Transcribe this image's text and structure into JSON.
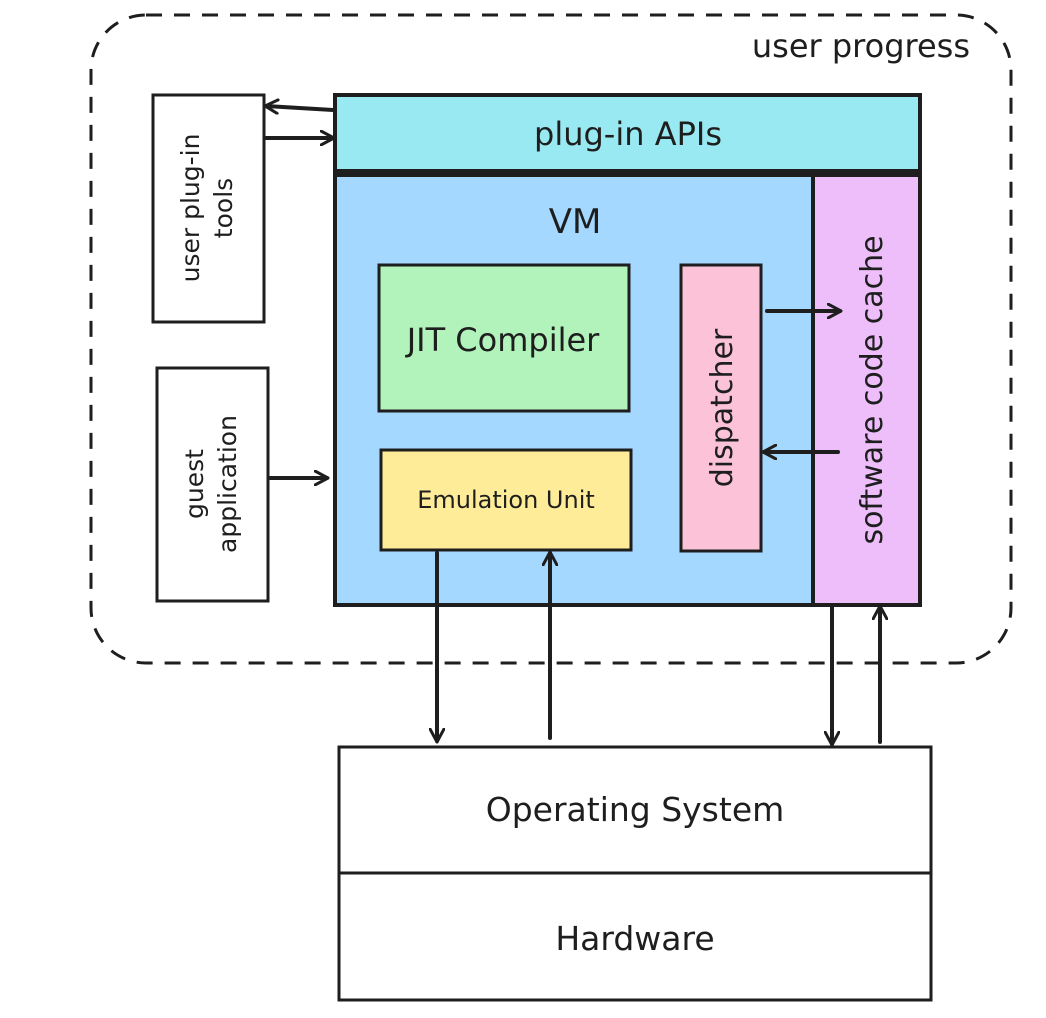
{
  "labels": {
    "boundary": "user progress",
    "plugin_apis": "plug-in APIs",
    "vm": "VM",
    "jit": "JIT Compiler",
    "emulation": "Emulation Unit",
    "dispatcher": "dispatcher",
    "code_cache": "software code cache",
    "plugin_tools_line1": "user plug-in",
    "plugin_tools_line2": "tools",
    "guest_line1": "guest",
    "guest_line2": "application",
    "os": "Operating System",
    "hardware": "Hardware"
  },
  "colors": {
    "stroke": "#1e1e1e",
    "plugin_apis": "#99e9f2",
    "vm": "#a5d8ff",
    "jit": "#b2f2bb",
    "emulation": "#ffec99",
    "dispatcher": "#fcc2d7",
    "code_cache": "#eebefa",
    "white": "#ffffff"
  }
}
